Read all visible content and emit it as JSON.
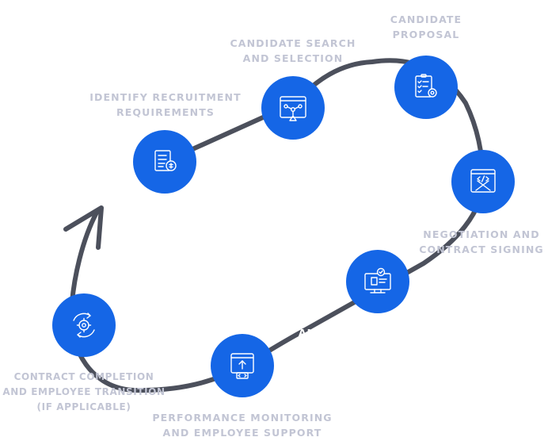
{
  "theme": {
    "path_color": "#4c505c",
    "node_color": "#1566e6",
    "icon_color": "#ffffff",
    "label_color": "#c2c5d4"
  },
  "steps": [
    {
      "icon": "document-money-icon",
      "lines": [
        "IDENTIFY RECRUITMENT",
        "REQUIREMENTS"
      ]
    },
    {
      "icon": "network-search-icon",
      "lines": [
        "CANDIDATE SEARCH",
        "AND SELECTION"
      ]
    },
    {
      "icon": "checklist-gear-icon",
      "lines": [
        "CANDIDATE",
        "PROPOSAL"
      ]
    },
    {
      "icon": "code-tools-icon",
      "lines": [
        "NEGOTIATION AND",
        "CONTRACT SIGNING"
      ]
    },
    {
      "icon": "monitor-badge-icon",
      "lines": [
        "AN"
      ]
    },
    {
      "icon": "code-upload-icon",
      "lines": [
        "PERFORMANCE MONITORING",
        "AND EMPLOYEE SUPPORT"
      ]
    },
    {
      "icon": "gear-cycle-icon",
      "lines": [
        "CONTRACT COMPLETION",
        "AND EMPLOYEE TRANSITION",
        "(IF APPLICABLE)"
      ]
    }
  ]
}
